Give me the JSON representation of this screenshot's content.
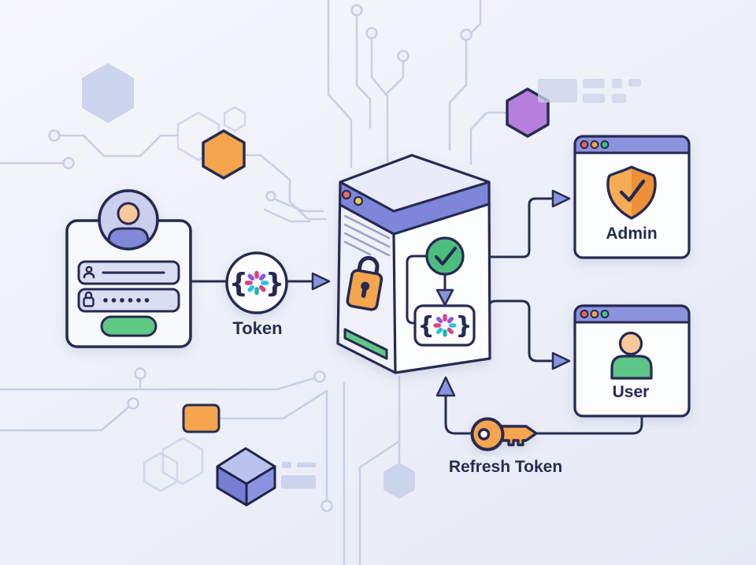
{
  "labels": {
    "token": "Token",
    "refresh_token": "Refresh Token",
    "admin": "Admin",
    "user": "User"
  },
  "token_icon": {
    "open_brace": "{",
    "close_brace": "}",
    "spoke_colors": [
      "#e23e84",
      "#8f56ea",
      "#2bc0e8",
      "#e23e84",
      "#1ab5a3",
      "#2bc0e8",
      "#e23e84",
      "#8f56ea"
    ]
  },
  "login_form": {
    "password_dots": 6,
    "fields": [
      "username",
      "password"
    ]
  },
  "icon_names": [
    "user-avatar-icon",
    "username-icon",
    "password-lock-icon",
    "token-braces-icon",
    "padlock-icon",
    "check-icon",
    "shield-check-icon",
    "user-icon",
    "key-icon",
    "window-dots-icon"
  ],
  "colors": {
    "outline_navy": "#262c52",
    "periwinkle_band": "#7d86d8",
    "arrow_fill": "#8b93dd",
    "success_green": "#4dbd7e",
    "button_green": "#5fc883",
    "accent_orange": "#f5a54e",
    "accent_purple": "#b77ede",
    "skin": "#f8c89a",
    "trace_gray": "#c9cee2",
    "faint_shape": "#ccd3ec",
    "dot_red": "#e8635c",
    "dot_orange": "#f0a052",
    "dot_yellow": "#f0c952",
    "dot_green": "#3fbe8b"
  }
}
